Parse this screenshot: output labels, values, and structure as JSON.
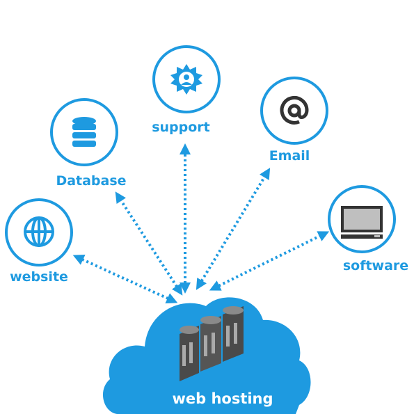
{
  "hub": {
    "label": "web hosting",
    "icon": "server-rack-icon"
  },
  "nodes": [
    {
      "label": "website",
      "icon": "globe-icon"
    },
    {
      "label": "Database",
      "icon": "database-icon"
    },
    {
      "label": "support",
      "icon": "support-gear-icon"
    },
    {
      "label": "Email",
      "icon": "at-sign-icon"
    },
    {
      "label": "software",
      "icon": "monitor-icon"
    }
  ],
  "colors": {
    "primary": "#1e9ae0",
    "cloud": "#1e9ae0",
    "server": "#4a4a4a"
  }
}
